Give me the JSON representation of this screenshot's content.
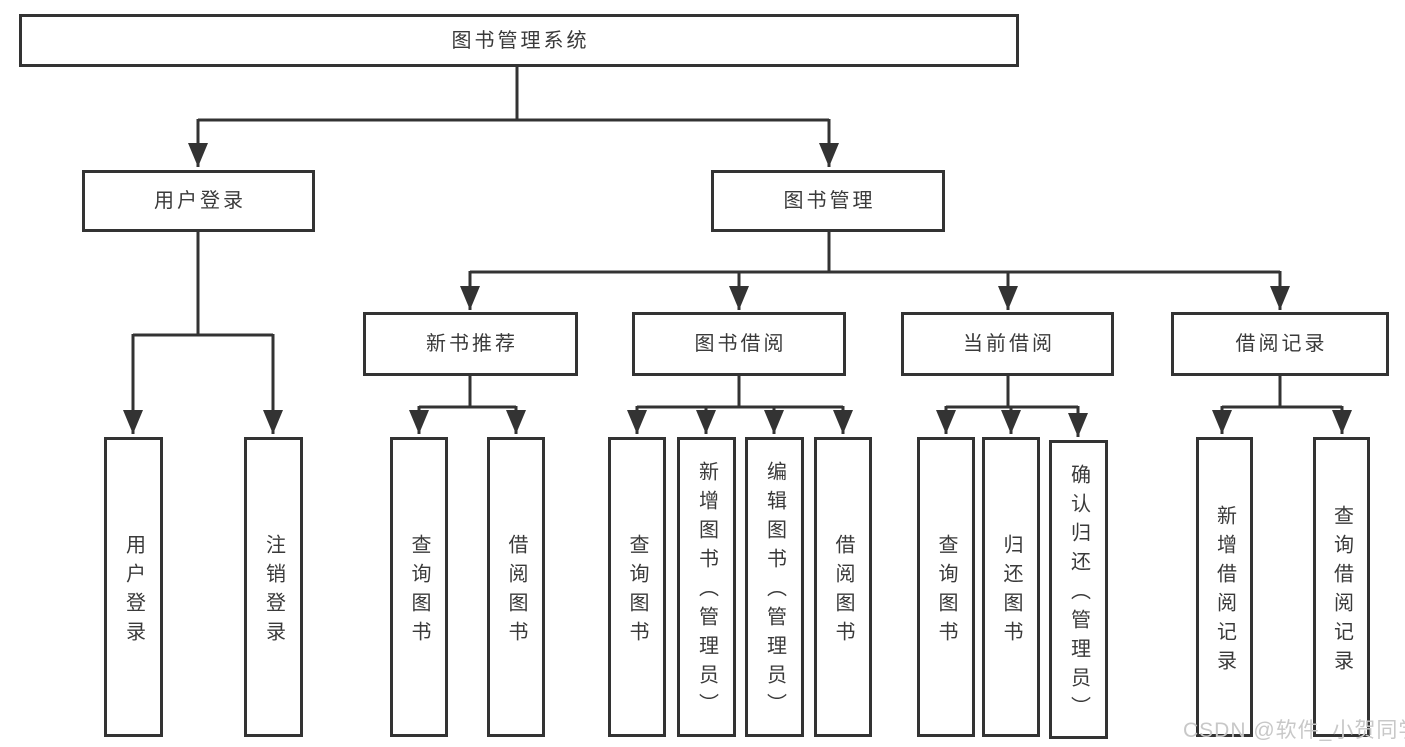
{
  "diagram": {
    "title": "图书管理系统",
    "branches": [
      {
        "label": "用户登录",
        "children": [
          "用户登录",
          "注销登录"
        ]
      },
      {
        "label": "图书管理",
        "children": [
          {
            "label": "新书推荐",
            "children": [
              "查询图书",
              "借阅图书"
            ]
          },
          {
            "label": "图书借阅",
            "children": [
              "查询图书",
              "新增图书（管理员）",
              "编辑图书（管理员）",
              "借阅图书"
            ]
          },
          {
            "label": "当前借阅",
            "children": [
              "查询图书",
              "归还图书",
              "确认归还（管理员）"
            ]
          },
          {
            "label": "借阅记录",
            "children": [
              "新增借阅记录",
              "查询借阅记录"
            ]
          }
        ]
      }
    ]
  },
  "watermark": {
    "text": "CSDN @软件_小贺同学"
  },
  "colors": {
    "line": "#333333",
    "box_border": "#333333",
    "text": "#3a3a3a",
    "watermark": "#c8c8c8",
    "background": "#ffffff"
  }
}
